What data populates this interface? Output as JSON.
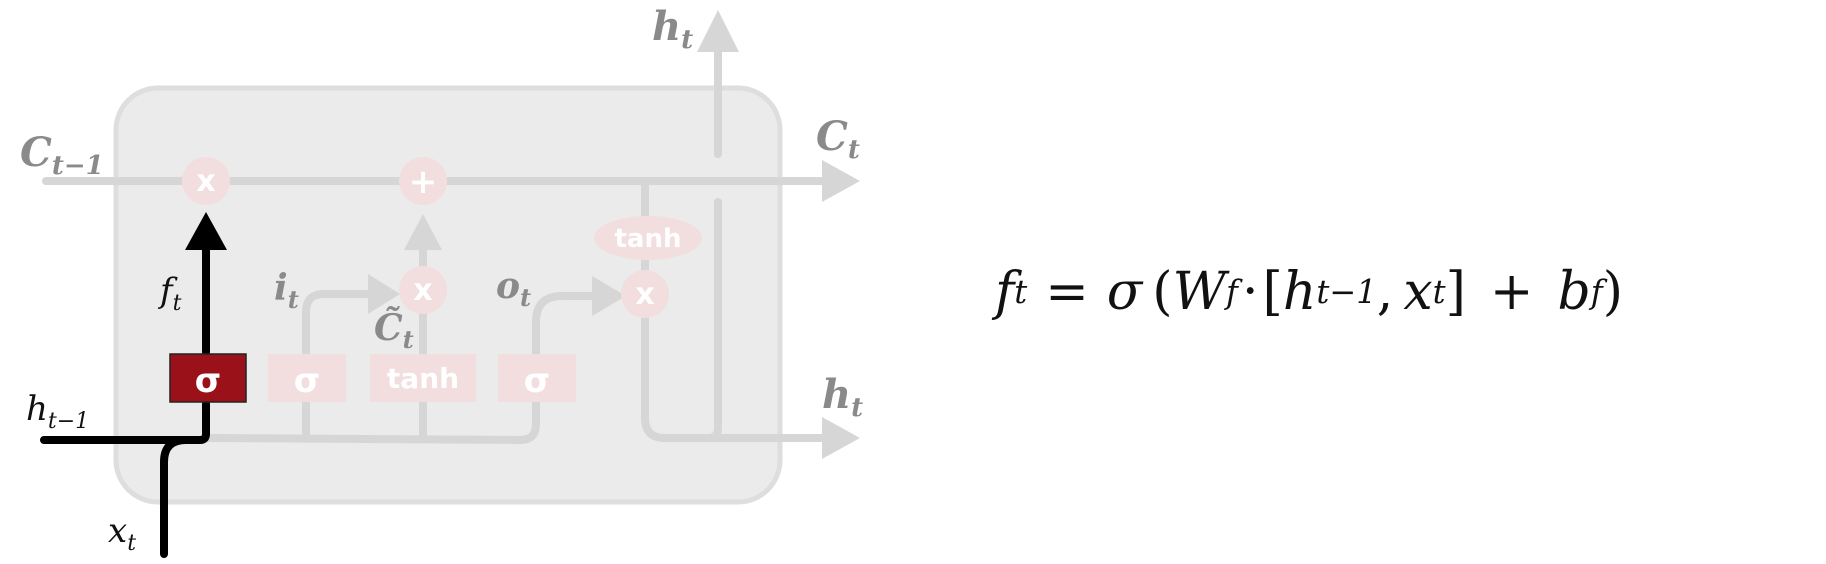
{
  "diagram": {
    "labels": {
      "c_prev": "C",
      "c_prev_sub": "t−1",
      "c_t": "C",
      "c_t_sub": "t",
      "h_top": "h",
      "h_top_sub": "t",
      "h_right": "h",
      "h_right_sub": "t",
      "h_prev": "h",
      "h_prev_sub": "t−1",
      "x_t": "x",
      "x_t_sub": "t",
      "f_t": "f",
      "f_t_sub": "t",
      "i_t": "i",
      "i_t_sub": "t",
      "o_t": "o",
      "o_t_sub": "t",
      "c_tilde": "C̃",
      "c_tilde_sub": "t"
    },
    "ops": {
      "forget_mult": "x",
      "add": "+",
      "input_mult": "x",
      "output_mult": "x",
      "tanh_oval": "tanh"
    },
    "gates": {
      "forget": "σ",
      "input": "σ",
      "candidate": "tanh",
      "output": "σ"
    },
    "colors": {
      "active": "#000000",
      "active_gate": "#9b1119",
      "faded_line": "#d6d6d6",
      "faded_op": "#f2dede",
      "cell_bg": "#ebebeb",
      "cell_border": "#dddddd"
    }
  },
  "equation": {
    "lhs": "f",
    "lhs_sub": "t",
    "equals": "=",
    "sigma": "σ",
    "open_paren": "(",
    "w": "W",
    "w_sub": "f",
    "dot": "·",
    "open_bracket": "[",
    "h": "h",
    "h_sub": "t−1",
    "comma": ",",
    "x": "x",
    "x_sub": "t",
    "close_bracket": "]",
    "plus": "+",
    "b": "b",
    "b_sub": "f",
    "close_paren": ")"
  }
}
